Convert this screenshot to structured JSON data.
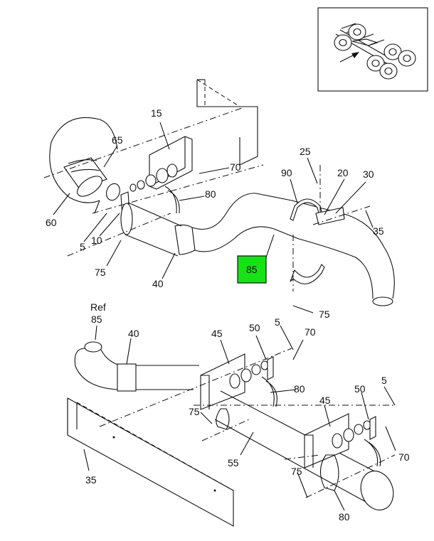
{
  "labels": {
    "l15": "15",
    "l65": "65",
    "l60": "60",
    "l70a": "70",
    "l80a": "80",
    "l5a": "5",
    "l10": "10",
    "l75a": "75",
    "l40a": "40",
    "l25": "25",
    "l90": "90",
    "l20": "20",
    "l30": "30",
    "l35a": "35",
    "l85": "85",
    "l75b": "75",
    "ref": "Ref",
    "ref85": "85",
    "l40b": "40",
    "l45a": "45",
    "l50a": "50",
    "l5b": "5",
    "l70b": "70",
    "l80b": "80",
    "l75c": "75",
    "l55": "55",
    "l35b": "35",
    "l45b": "45",
    "l50b": "50",
    "l5c": "5",
    "l70c": "70",
    "l75d": "75",
    "l80c": "80"
  },
  "highlight": {
    "part": "85",
    "color": "#17e117"
  }
}
